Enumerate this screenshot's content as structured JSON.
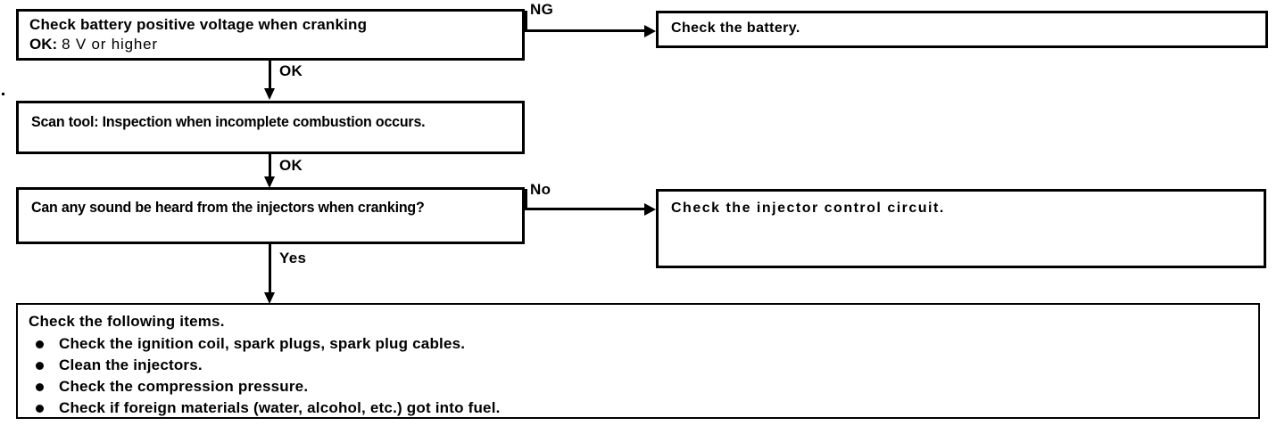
{
  "diagram": {
    "title": "Engine cranking / incomplete combustion troubleshooting flowchart",
    "line_color": "#000000",
    "background_color": "#ffffff"
  },
  "nodes": {
    "check_battery_voltage": {
      "line1": "Check battery positive voltage when cranking",
      "ok_label": "OK:",
      "ok_value": "8 V or higher"
    },
    "scan_tool": {
      "text": "Scan tool: Inspection when incomplete combustion occurs."
    },
    "injector_sound": {
      "text": "Can any sound be heard from the injectors when cranking?"
    },
    "check_the_battery": {
      "text": "Check the battery."
    },
    "check_injector_circuit": {
      "text": "Check the injector control circuit."
    },
    "check_following_items": {
      "heading": "Check the following items.",
      "items": [
        "Check the ignition coil, spark plugs, spark plug cables.",
        "Clean the injectors.",
        "Check the compression pressure.",
        "Check if foreign materials (water, alcohol, etc.) got into fuel."
      ]
    }
  },
  "edges": {
    "voltage_ng": "NG",
    "voltage_ok": "OK",
    "scan_ok": "OK",
    "injector_no": "No",
    "injector_yes": "Yes"
  }
}
